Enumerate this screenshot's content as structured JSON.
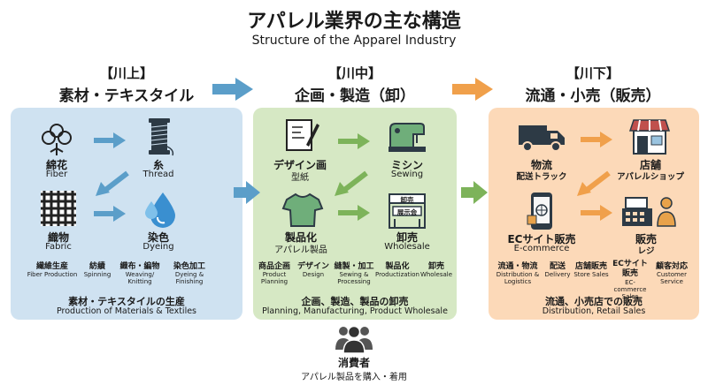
{
  "title": {
    "jp": "アパレル業界の主な構造",
    "en": "Structure of the Apparel Industry"
  },
  "stages": [
    {
      "tag": "【川上】",
      "name": "素材・テキスタイル"
    },
    {
      "tag": "【川中】",
      "name": "企画・製造（卸）"
    },
    {
      "tag": "【川下】",
      "name": "流通・小売（販売）"
    }
  ],
  "upstream": {
    "nodes": [
      {
        "jp": "綿花",
        "en": "Fiber"
      },
      {
        "jp": "糸",
        "en": "Thread"
      },
      {
        "jp": "織物",
        "en": "Fabric"
      },
      {
        "jp": "染色",
        "en": "Dyeing"
      }
    ],
    "steps": [
      {
        "jp": "繊維生産",
        "en": "Fiber Production"
      },
      {
        "jp": "紡績",
        "en": "Spinning"
      },
      {
        "jp": "織布・編物",
        "en": "Weaving/ Knitting"
      },
      {
        "jp": "染色加工",
        "en": "Dyeing & Finishing"
      }
    ],
    "summary": {
      "jp": "素材・テキスタイルの生産",
      "en": "Production of Materials & Textiles"
    }
  },
  "midstream": {
    "nodes": [
      {
        "jp": "デザイン画",
        "en": "型紙"
      },
      {
        "jp": "ミシン",
        "en": "Sewing"
      },
      {
        "jp": "製品化",
        "en": "アパレル製品"
      },
      {
        "jp": "卸売",
        "en": "Wholesale"
      }
    ],
    "sign_top": "卸売",
    "sign_bottom": "展示会",
    "steps": [
      {
        "jp": "商品企画",
        "en": "Product Planning"
      },
      {
        "jp": "デザイン",
        "en": "Design"
      },
      {
        "jp": "縫製・加工",
        "en": "Sewing & Processing"
      },
      {
        "jp": "製品化",
        "en": "Productization"
      },
      {
        "jp": "卸売",
        "en": "Wholesale"
      }
    ],
    "summary": {
      "jp": "企画、製造、製品の卸売",
      "en": "Planning, Manufacturing, Product Wholesale"
    }
  },
  "downstream": {
    "nodes": [
      {
        "jp": "物流",
        "en": "配送トラック"
      },
      {
        "jp": "店舗",
        "en": "アパレルショップ"
      },
      {
        "jp": "ECサイト販売",
        "en": "E-commerce"
      },
      {
        "jp": "販売",
        "en": "レジ"
      }
    ],
    "steps": [
      {
        "jp": "流通・物流",
        "en": "Distribution & Logistics"
      },
      {
        "jp": "配送",
        "en": "Delivery"
      },
      {
        "jp": "店舗販売",
        "en": "Store Sales"
      },
      {
        "jp": "ECサイト 販売",
        "en": "EC-commerce Sales"
      },
      {
        "jp": "顧客対応",
        "en": "Customer Service"
      }
    ],
    "summary": {
      "jp": "流通、小売店での販売",
      "en": "Distribution, Retail Sales"
    }
  },
  "consumer": {
    "jp": "消費者",
    "en": "アパレル製品を購入・着用"
  },
  "colors": {
    "blue_panel": "#cfe2f1",
    "green_panel": "#d6e8c4",
    "orange_panel": "#fcd9b8",
    "blue_arrow": "#5b9ec9",
    "green_arrow": "#7db35a",
    "orange_arrow": "#f0a04b"
  }
}
